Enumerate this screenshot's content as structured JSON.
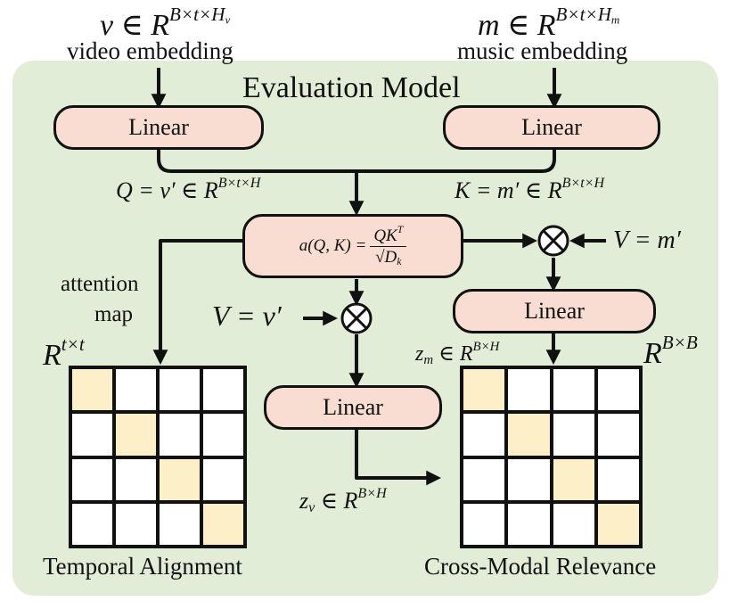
{
  "inputs": {
    "video": {
      "symbol": "v",
      "space": "R",
      "sup": "B×t×H",
      "sup_sub": "v",
      "label": "video embedding"
    },
    "music": {
      "symbol": "m",
      "space": "R",
      "sup": "B×t×H",
      "sup_sub": "m",
      "label": "music embedding"
    }
  },
  "panel_title": "Evaluation Model",
  "linear_label": "Linear",
  "q_eq": {
    "lhs": "Q = v′ ∈ R",
    "sup": "B×t×H"
  },
  "k_eq": {
    "lhs": "K = m′ ∈ R",
    "sup": "B×t×H"
  },
  "attention": {
    "lhs": "a(Q, K) =",
    "num": "QK",
    "num_sup": "T",
    "den": "√D",
    "den_sub": "k"
  },
  "attention_map_label": {
    "line1": "attention",
    "line2": "map"
  },
  "v_eq_video": "V = v′",
  "v_eq_music": "V = m′",
  "temporal_space": {
    "base": "R",
    "sup": "t×t"
  },
  "crossmodal_space": {
    "base": "R",
    "sup": "B×B"
  },
  "zm_eq": {
    "lhs": "z",
    "sub": "m",
    "rest": " ∈ R",
    "sup": "B×H"
  },
  "zv_eq": {
    "lhs": "z",
    "sub": "v",
    "rest": " ∈ R",
    "sup": "B×H"
  },
  "otimes_symbol": "⊗",
  "temporal_caption": "Temporal Alignment",
  "crossmodal_caption": "Cross-Modal Relevance",
  "colors": {
    "panel": "#e2edd8",
    "box": "#f9ddd2",
    "highlight": "#fdefc8"
  },
  "matrix_highlight_diagonal": true
}
